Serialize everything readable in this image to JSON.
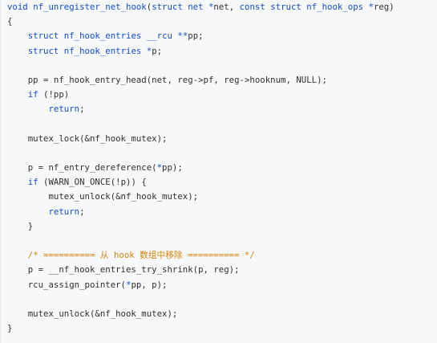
{
  "code": {
    "language": "c",
    "lines": [
      [
        {
          "c": "kw",
          "t": "void"
        },
        {
          "c": "plain",
          "t": " "
        },
        {
          "c": "fn",
          "t": "nf_unregister_net_hook"
        },
        {
          "c": "plain",
          "t": "("
        },
        {
          "c": "kw",
          "t": "struct"
        },
        {
          "c": "plain",
          "t": " "
        },
        {
          "c": "ty",
          "t": "net"
        },
        {
          "c": "plain",
          "t": " "
        },
        {
          "c": "kw",
          "t": "*"
        },
        {
          "c": "plain",
          "t": "net, "
        },
        {
          "c": "kw",
          "t": "const"
        },
        {
          "c": "plain",
          "t": " "
        },
        {
          "c": "kw",
          "t": "struct"
        },
        {
          "c": "plain",
          "t": " "
        },
        {
          "c": "ty",
          "t": "nf_hook_ops"
        },
        {
          "c": "plain",
          "t": " "
        },
        {
          "c": "kw",
          "t": "*"
        },
        {
          "c": "plain",
          "t": "reg)"
        }
      ],
      [
        {
          "c": "plain",
          "t": "{"
        }
      ],
      [
        {
          "c": "plain",
          "t": "    "
        },
        {
          "c": "kw",
          "t": "struct"
        },
        {
          "c": "plain",
          "t": " "
        },
        {
          "c": "ty",
          "t": "nf_hook_entries"
        },
        {
          "c": "plain",
          "t": " "
        },
        {
          "c": "ty",
          "t": "__rcu"
        },
        {
          "c": "plain",
          "t": " "
        },
        {
          "c": "kw",
          "t": "**"
        },
        {
          "c": "plain",
          "t": "pp;"
        }
      ],
      [
        {
          "c": "plain",
          "t": "    "
        },
        {
          "c": "kw",
          "t": "struct"
        },
        {
          "c": "plain",
          "t": " "
        },
        {
          "c": "ty",
          "t": "nf_hook_entries"
        },
        {
          "c": "plain",
          "t": " "
        },
        {
          "c": "kw",
          "t": "*"
        },
        {
          "c": "plain",
          "t": "p;"
        }
      ],
      [
        {
          "c": "plain",
          "t": ""
        }
      ],
      [
        {
          "c": "plain",
          "t": "    pp = nf_hook_entry_head(net, reg->pf, reg->hooknum, NULL);"
        }
      ],
      [
        {
          "c": "plain",
          "t": "    "
        },
        {
          "c": "kw",
          "t": "if"
        },
        {
          "c": "plain",
          "t": " (!pp)"
        }
      ],
      [
        {
          "c": "plain",
          "t": "        "
        },
        {
          "c": "kw",
          "t": "return"
        },
        {
          "c": "plain",
          "t": ";"
        }
      ],
      [
        {
          "c": "plain",
          "t": ""
        }
      ],
      [
        {
          "c": "plain",
          "t": "    mutex_lock(&nf_hook_mutex);"
        }
      ],
      [
        {
          "c": "plain",
          "t": ""
        }
      ],
      [
        {
          "c": "plain",
          "t": "    p = nf_entry_dereference("
        },
        {
          "c": "kw",
          "t": "*"
        },
        {
          "c": "plain",
          "t": "pp);"
        }
      ],
      [
        {
          "c": "plain",
          "t": "    "
        },
        {
          "c": "kw",
          "t": "if"
        },
        {
          "c": "plain",
          "t": " (WARN_ON_ONCE(!p)) {"
        }
      ],
      [
        {
          "c": "plain",
          "t": "        mutex_unlock(&nf_hook_mutex);"
        }
      ],
      [
        {
          "c": "plain",
          "t": "        "
        },
        {
          "c": "kw",
          "t": "return"
        },
        {
          "c": "plain",
          "t": ";"
        }
      ],
      [
        {
          "c": "plain",
          "t": "    }"
        }
      ],
      [
        {
          "c": "plain",
          "t": ""
        }
      ],
      [
        {
          "c": "plain",
          "t": "    "
        },
        {
          "c": "cm",
          "t": "/* ========== 从 hook 数组中移除 ========== */"
        }
      ],
      [
        {
          "c": "plain",
          "t": "    p = __nf_hook_entries_try_shrink(p, reg);"
        }
      ],
      [
        {
          "c": "plain",
          "t": "    rcu_assign_pointer("
        },
        {
          "c": "kw",
          "t": "*"
        },
        {
          "c": "plain",
          "t": "pp, p);"
        }
      ],
      [
        {
          "c": "plain",
          "t": ""
        }
      ],
      [
        {
          "c": "plain",
          "t": "    mutex_unlock(&nf_hook_mutex);"
        }
      ],
      [
        {
          "c": "plain",
          "t": "}"
        }
      ]
    ]
  },
  "colors": {
    "background": "#f7f8fa",
    "keyword": "#0f4bd8",
    "comment": "#d4830a",
    "text": "#2f2f2f"
  }
}
